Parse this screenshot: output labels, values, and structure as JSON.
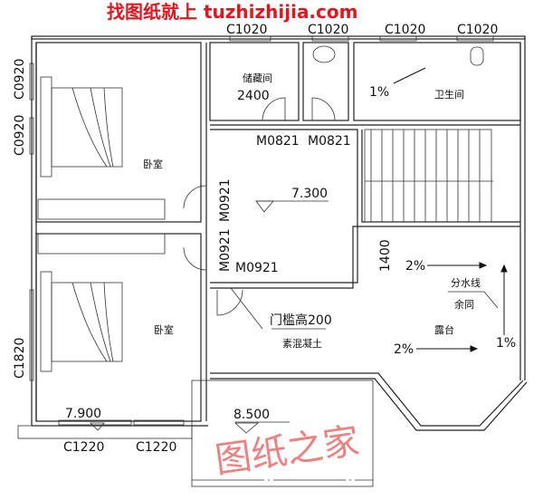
{
  "watermark": {
    "top": "找图纸就上 tuzhizhijia.com",
    "diagonal": "图纸之家",
    "color": "#e8141c"
  },
  "windows": {
    "top": [
      "C1020",
      "C1020",
      "C1020",
      "C1020"
    ],
    "left": [
      "C0920",
      "C0920",
      "C1820"
    ],
    "bottom": [
      "C1220",
      "C1220"
    ]
  },
  "doors": [
    "M0821",
    "M0821",
    "M0921",
    "M0921",
    "M0921"
  ],
  "rooms": {
    "bedroom_top": "卧室",
    "bedroom_bottom": "卧室",
    "storage": "储藏间",
    "bathroom": "卫生间",
    "terrace": "露台"
  },
  "dimensions": {
    "storage_width": "2400",
    "terrace_depth": "1400"
  },
  "elevations": {
    "hall": "7.300",
    "bedroom_window": "7.900",
    "lower_roof": "8.500"
  },
  "slopes": {
    "bathroom": "1%",
    "terrace_top": "2%",
    "terrace_bottom": "2%",
    "terrace_side": "1%"
  },
  "notes": {
    "threshold": "门槛高200",
    "threshold_material": "素混凝土",
    "divide_line": "分水线",
    "same": "余同"
  }
}
